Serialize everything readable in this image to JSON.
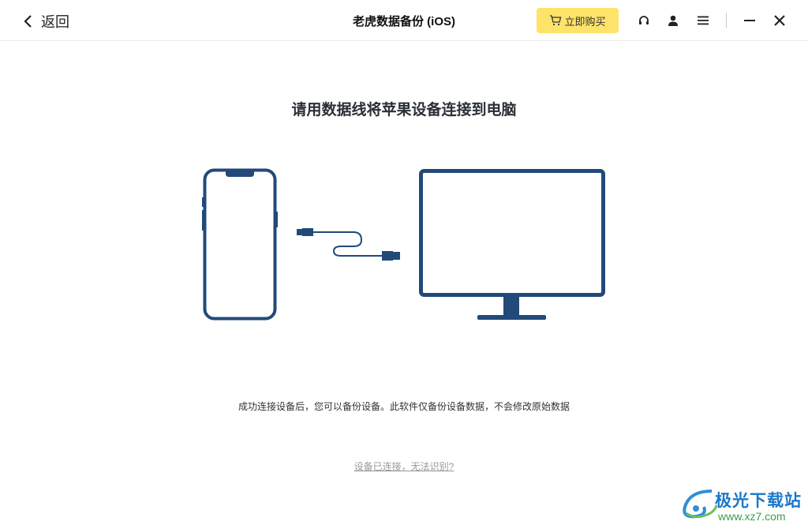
{
  "titlebar": {
    "back_label": "返回",
    "app_title": "老虎数据备份 (iOS)",
    "buy_label": "立即购买",
    "buy_color": "#fde36a",
    "icons": [
      "cart-icon",
      "headset-icon",
      "user-icon",
      "menu-icon",
      "minimize-icon",
      "close-icon"
    ]
  },
  "main": {
    "headline": "请用数据线将苹果设备连接到电脑",
    "note": "成功连接设备后，您可以备份设备。此软件仅备份设备数据，不会修改原始数据",
    "help_link": "设备已连接，无法识别?",
    "illustration_color": "#214a78"
  },
  "watermark": {
    "name": "极光下载站",
    "url": "www.xz7.com"
  }
}
